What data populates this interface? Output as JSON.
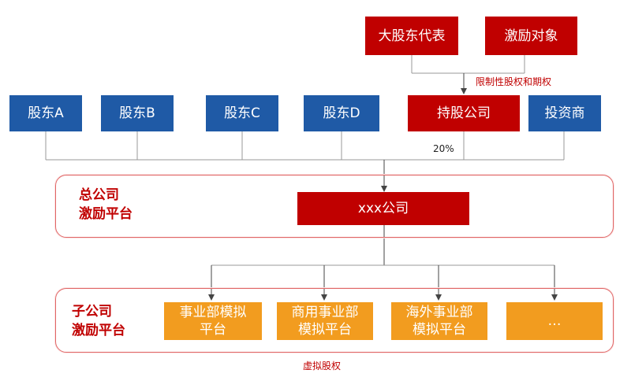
{
  "top_boxes": {
    "major_rep": "大股东代表",
    "incentive_target": "激励对象"
  },
  "shareholders": [
    "股东A",
    "股东B",
    "股东C",
    "股东D"
  ],
  "holding_company": "持股公司",
  "investor": "投资商",
  "restricted_note": "限制性股权和期权",
  "percent": "20%",
  "hq_panel": {
    "label_line1": "总公司",
    "label_line2": "激励平台",
    "company": "xxx公司"
  },
  "sub_panel": {
    "label_line1": "子公司",
    "label_line2": "激励平台",
    "units": [
      {
        "line1": "事业部模拟",
        "line2": "平台"
      },
      {
        "line1": "商用事业部",
        "line2": "模拟平台"
      },
      {
        "line1": "海外事业部",
        "line2": "模拟平台"
      },
      {
        "line1": "…",
        "line2": ""
      }
    ]
  },
  "virtual_equity": "虚拟股权",
  "colors": {
    "blue": "#1f5aa6",
    "red": "#c00000",
    "orange": "#f29c1f",
    "panel_border": "#e06666"
  }
}
